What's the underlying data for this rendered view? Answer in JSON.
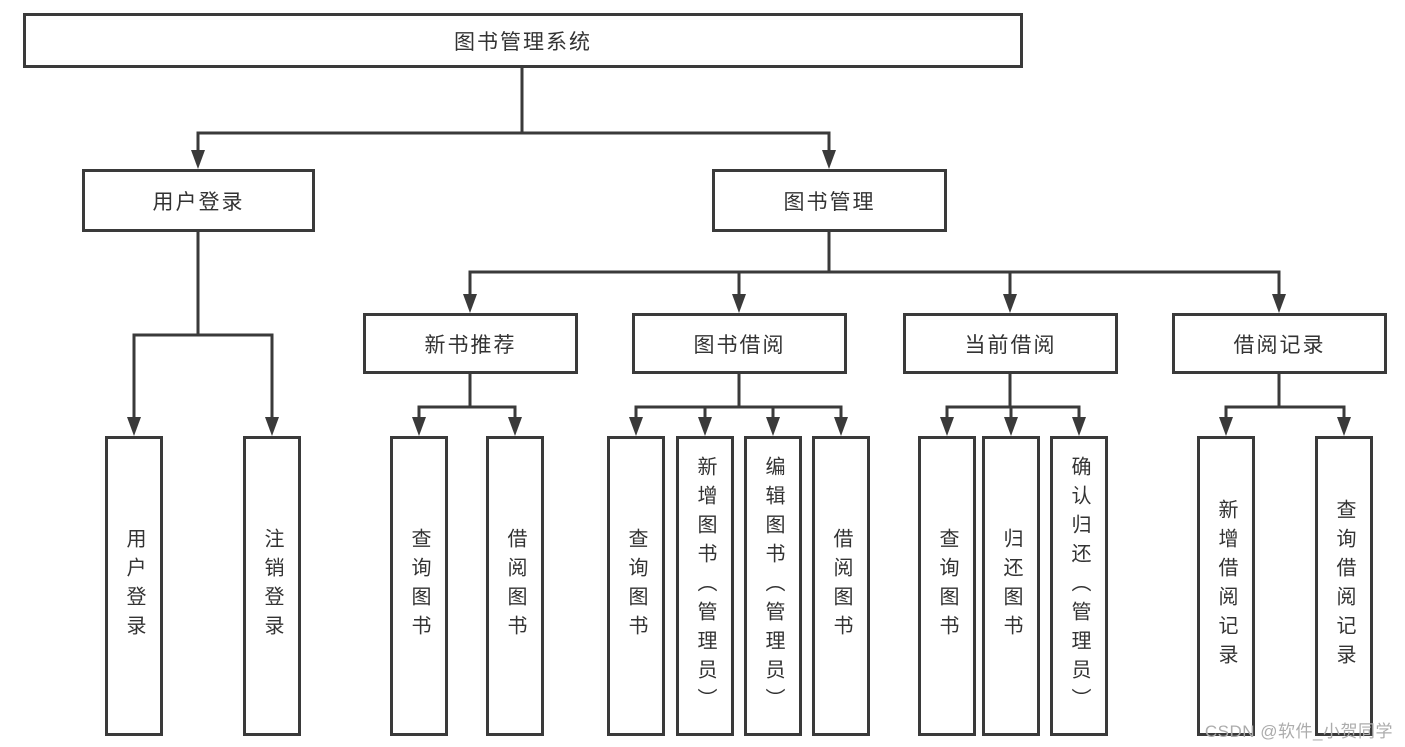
{
  "diagram": {
    "root": {
      "label": "图书管理系统"
    },
    "level2": {
      "user_login": {
        "label": "用户登录"
      },
      "book_mgmt": {
        "label": "图书管理"
      }
    },
    "level3": {
      "new_book": {
        "label": "新书推荐"
      },
      "book_borrow": {
        "label": "图书借阅"
      },
      "current_borrow": {
        "label": "当前借阅"
      },
      "borrow_records": {
        "label": "借阅记录"
      }
    },
    "leaves": {
      "user_login": {
        "label": "用户登录"
      },
      "logout": {
        "label": "注销登录"
      },
      "nb_query": {
        "label": "查询图书"
      },
      "nb_borrow": {
        "label": "借阅图书"
      },
      "bb_query": {
        "label": "查询图书"
      },
      "bb_add": {
        "label": "新增图书（管理员）"
      },
      "bb_edit": {
        "label": "编辑图书（管理员）"
      },
      "bb_borrow": {
        "label": "借阅图书"
      },
      "cb_query": {
        "label": "查询图书"
      },
      "cb_return": {
        "label": "归还图书"
      },
      "cb_confirm": {
        "label": "确认归还（管理员）"
      },
      "br_add": {
        "label": "新增借阅记录"
      },
      "br_query": {
        "label": "查询借阅记录"
      }
    },
    "watermark": {
      "label": "CSDN @软件_小贺同学"
    },
    "colors": {
      "line": "#3a3a3a",
      "text": "#333333",
      "watermark": "#acacac",
      "background": "#ffffff"
    }
  }
}
